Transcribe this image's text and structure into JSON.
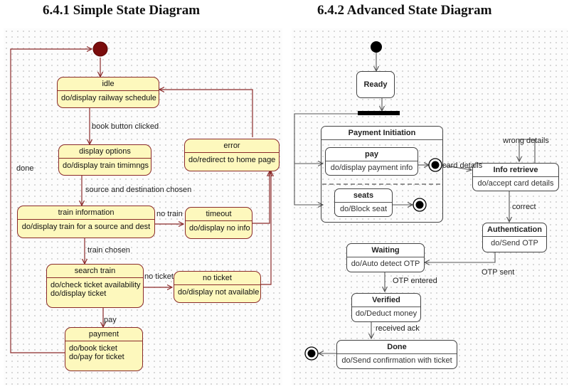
{
  "headings": {
    "left": "6.4.1 Simple State Diagram",
    "right": "6.4.2 Advanced State Diagram"
  },
  "simple": {
    "states": {
      "idle": {
        "name": "idle",
        "activity": "do/display railway schedule"
      },
      "display_options": {
        "name": "display options",
        "activity": "do/display train timimngs"
      },
      "train_information": {
        "name": "train information",
        "activity": "do/display train for a source and dest"
      },
      "search_train": {
        "name": "search train",
        "activity_lines": [
          "do/check ticket availability",
          "do/display ticket"
        ]
      },
      "payment": {
        "name": "payment",
        "activity_lines": [
          "do/book ticket",
          "do/pay for ticket"
        ]
      },
      "error": {
        "name": "error",
        "activity": "do/redirect to home page"
      },
      "timeout": {
        "name": "timeout",
        "activity": "do/display no info"
      },
      "no_ticket": {
        "name": "no ticket",
        "activity": "do/display not available"
      }
    },
    "transitions": {
      "book_button_clicked": "book button clicked",
      "source_destination": "source and destination chosen",
      "train_chosen": "train chosen",
      "pay": "pay",
      "no_train": "no train",
      "no_ticket": "no ticket",
      "done": "done"
    },
    "colors": {
      "state_fill": "#fdf8bd",
      "state_border": "#8a2a2a",
      "arrow": "#8a2a2a",
      "initial": "#7a0c0c"
    }
  },
  "advanced": {
    "states": {
      "ready": {
        "name": "Ready"
      },
      "payment_initiation": {
        "name": "Payment Initiation"
      },
      "pay": {
        "name": "pay",
        "activity": "do/display payment info"
      },
      "seats": {
        "name": "seats",
        "activity": "do/Block seat"
      },
      "info_retrieve": {
        "name": "Info retrieve",
        "activity": "do/accept card details"
      },
      "authentication": {
        "name": "Authentication",
        "activity": "do/Send OTP"
      },
      "waiting": {
        "name": "Waiting",
        "activity": "do/Auto detect OTP"
      },
      "verified": {
        "name": "Verified",
        "activity": "do/Deduct money"
      },
      "done": {
        "name": "Done",
        "activity": "do/Send confirmation with ticket"
      }
    },
    "transitions": {
      "card_details": "card details",
      "wrong_details": "wrong details",
      "correct": "correct",
      "otp_sent": "OTP sent",
      "otp_entered": "OTP entered",
      "received_ack": "received ack"
    },
    "colors": {
      "state_border": "#444444",
      "arrow": "#555555",
      "node": "#000000"
    }
  }
}
